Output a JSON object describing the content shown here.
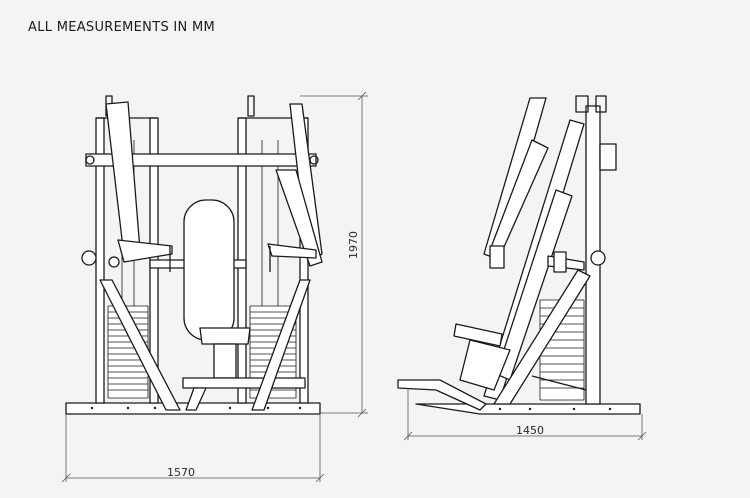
{
  "header": {
    "title": "ALL MEASUREMENTS IN MM"
  },
  "dimensions": {
    "front_width": "1570",
    "height": "1970",
    "side_depth": "1450"
  },
  "colors": {
    "background": "#f4f4f4",
    "line": "#1a1a1a",
    "dim_line": "#555555"
  }
}
